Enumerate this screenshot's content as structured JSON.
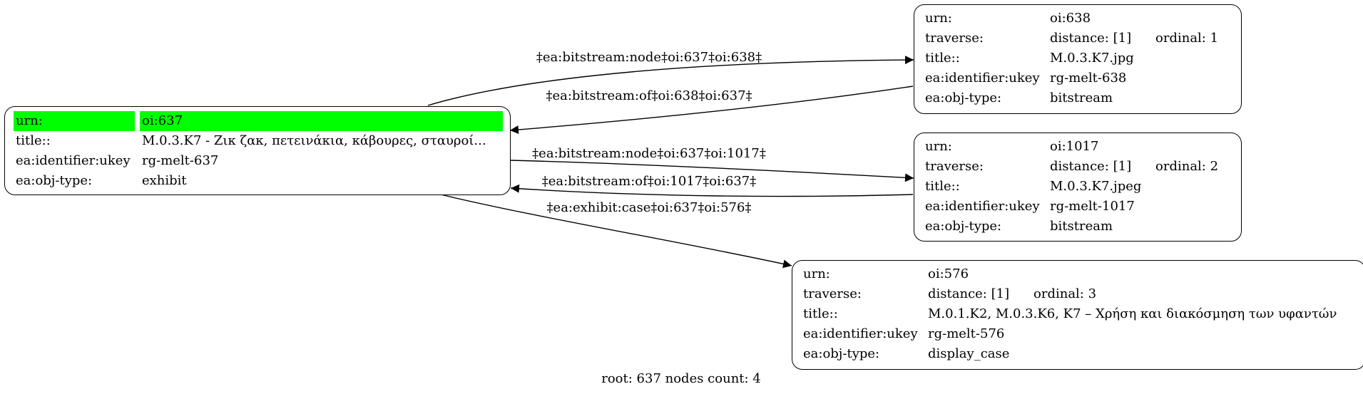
{
  "nodes": {
    "n637": {
      "rows": [
        {
          "key": "urn:",
          "value": "oi:637"
        },
        {
          "key": "title::",
          "value": "M.0.3.K7 - Ζικ ζακ, πετεινάκια, κάβουρες, σταυροί..."
        },
        {
          "key": "ea:identifier:ukey",
          "value": "rg-melt-637"
        },
        {
          "key": "ea:obj-type:",
          "value": "exhibit"
        }
      ]
    },
    "n638": {
      "rows": [
        {
          "key": "urn:",
          "value": "oi:638"
        },
        {
          "key": "traverse:",
          "value": "distance: [1]",
          "extra": "ordinal: 1"
        },
        {
          "key": "title::",
          "value": "M.0.3.K7.jpg"
        },
        {
          "key": "ea:identifier:ukey",
          "value": "rg-melt-638"
        },
        {
          "key": "ea:obj-type:",
          "value": "bitstream"
        }
      ]
    },
    "n1017": {
      "rows": [
        {
          "key": "urn:",
          "value": "oi:1017"
        },
        {
          "key": "traverse:",
          "value": "distance: [1]",
          "extra": "ordinal: 2"
        },
        {
          "key": "title::",
          "value": "M.0.3.K7.jpeg"
        },
        {
          "key": "ea:identifier:ukey",
          "value": "rg-melt-1017"
        },
        {
          "key": "ea:obj-type:",
          "value": "bitstream"
        }
      ]
    },
    "n576": {
      "rows": [
        {
          "key": "urn:",
          "value": "oi:576"
        },
        {
          "key": "traverse:",
          "value": "distance: [1]",
          "extra": "ordinal: 3"
        },
        {
          "key": "title::",
          "value": "M.0.1.K2, M.0.3.K6, K7 – Χρήση και διακόσμηση των υφαντών"
        },
        {
          "key": "ea:identifier:ukey",
          "value": "rg-melt-576"
        },
        {
          "key": "ea:obj-type:",
          "value": "display_case"
        }
      ]
    }
  },
  "edges": [
    {
      "label": "‡ea:bitstream:node‡oi:637‡oi:638‡"
    },
    {
      "label": "‡ea:bitstream:of‡oi:638‡oi:637‡"
    },
    {
      "label": "‡ea:bitstream:node‡oi:637‡oi:1017‡"
    },
    {
      "label": "‡ea:bitstream:of‡oi:1017‡oi:637‡"
    },
    {
      "label": "‡ea:exhibit:case‡oi:637‡oi:576‡"
    }
  ],
  "footer": "root: 637 nodes count: 4",
  "colors": {
    "root_highlight": "#00ff00",
    "stroke": "#000000"
  }
}
